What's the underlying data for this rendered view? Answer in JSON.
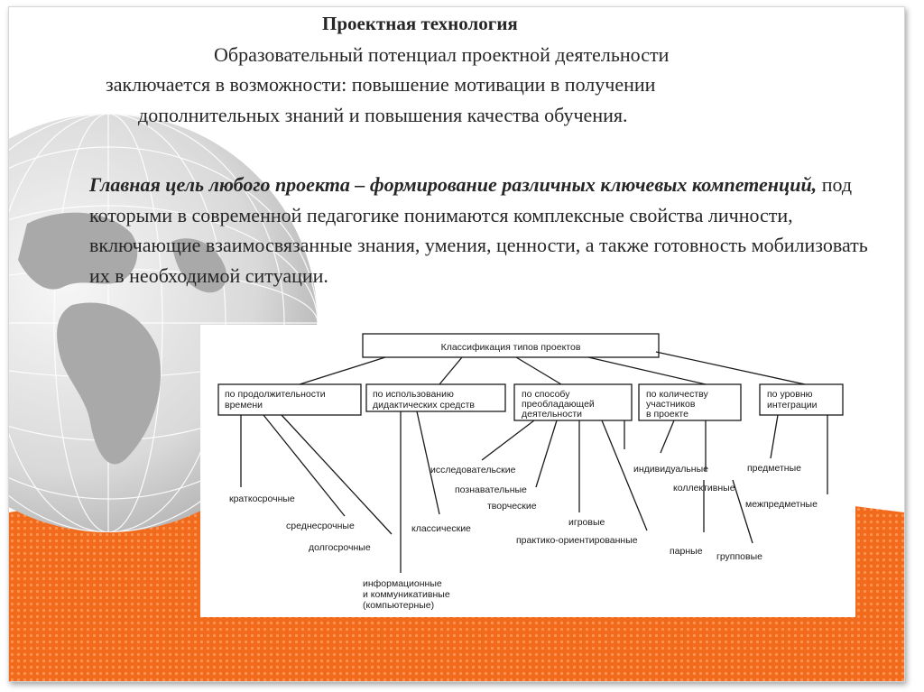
{
  "slide": {
    "title": "Проектная технология",
    "intro": [
      "Образовательный потенциал проектной деятельности",
      "заключается в возможности: повышение мотивации в получении",
      "дополнительных знаний  и повышения  качества обучения."
    ],
    "goal_emphasis": "Главная цель любого проекта – формирование различных ключевых компетенций,",
    "goal_text": " под которыми в современной педагогике понимаются комплексные свойства личности, включающие взаимосвязанные знания, умения, ценности, а также готовность мобилизовать их в необходимой ситуации."
  },
  "diagram": {
    "root": "Классификация типов проектов",
    "categories": [
      {
        "label": [
          "по продолжительности",
          "времени"
        ],
        "items": [
          "краткосрочные",
          "среднесрочные",
          "долгосрочные"
        ]
      },
      {
        "label": [
          "по использованию",
          "дидактических средств"
        ],
        "items": [
          "классические",
          "информационные",
          "и коммуникативные",
          "(компьютерные)"
        ]
      },
      {
        "label": [
          "по способу",
          "преобладающей",
          "деятельности"
        ],
        "items": [
          "исследовательские",
          "познавательные",
          "творческие",
          "игровые",
          "практико-ориентированные"
        ]
      },
      {
        "label": [
          "по количеству",
          "участников",
          "в проекте"
        ],
        "items": [
          "индивидуальные",
          "коллективные",
          "парные",
          "групповые"
        ]
      },
      {
        "label": [
          "по уровню",
          "интеграции"
        ],
        "items": [
          "предметные",
          "межпредметные"
        ]
      }
    ]
  },
  "colors": {
    "accent_orange": "#f26a1b",
    "globe_gray": "#bdbdbd",
    "text": "#262626"
  }
}
